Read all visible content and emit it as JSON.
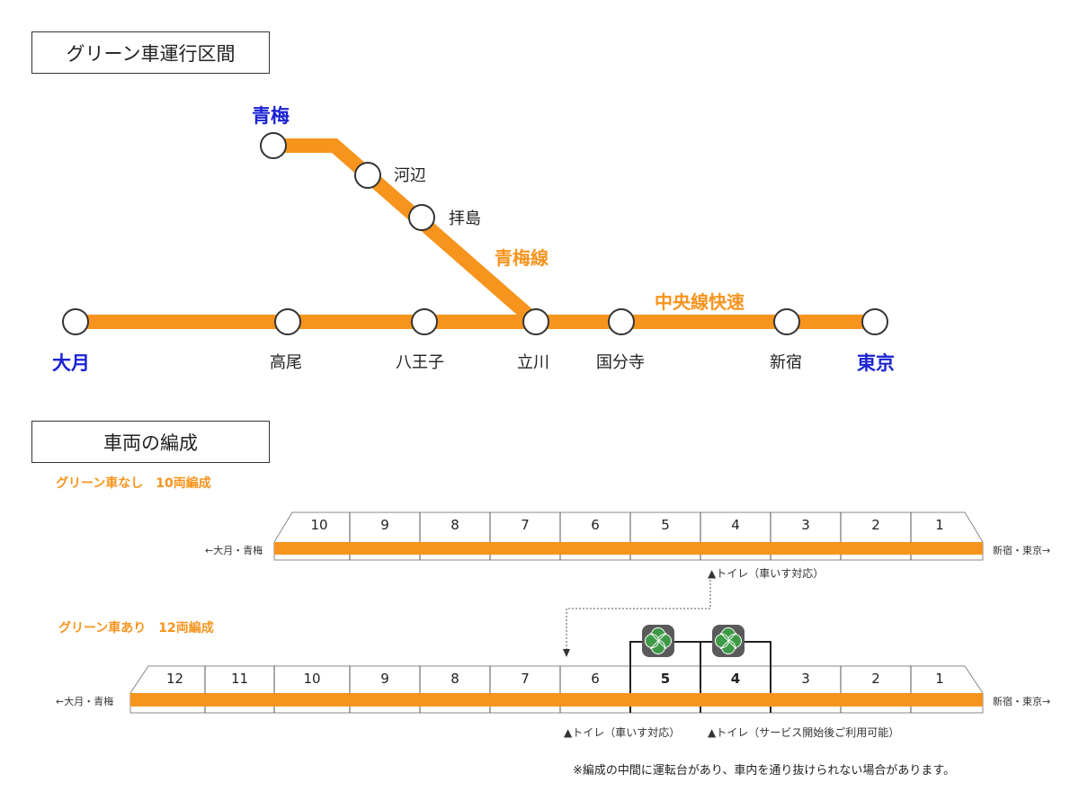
{
  "colors": {
    "line": "#f7941d",
    "blue": "#1a22d4",
    "orange_text": "#f7941d",
    "clover": "#3e9a46"
  },
  "section1": {
    "title": "グリーン車運行区間"
  },
  "map": {
    "line_labels": {
      "ome_line": "青梅線",
      "chuo_rapid": "中央線快速"
    },
    "stations": {
      "ome": "青梅",
      "kabe": "河辺",
      "haijima": "拝島",
      "otsuki": "大月",
      "takao": "高尾",
      "hachioji": "八王子",
      "tachikawa": "立川",
      "kokubunji": "国分寺",
      "shinjuku": "新宿",
      "tokyo": "東京"
    }
  },
  "section2": {
    "title": "車両の編成"
  },
  "formation10": {
    "label": "グリーン車なし　10両編成",
    "cars": [
      "10",
      "9",
      "8",
      "7",
      "6",
      "5",
      "4",
      "3",
      "2",
      "1"
    ],
    "dir_left": "←大月・青梅",
    "dir_right": "新宿・東京→",
    "toilet_note": "▲トイレ（車いす対応）"
  },
  "formation12": {
    "label": "グリーン車あり　12両編成",
    "cars": [
      "12",
      "11",
      "10",
      "9",
      "8",
      "7",
      "6",
      "5",
      "4",
      "3",
      "2",
      "1"
    ],
    "green_cars": [
      "5",
      "4"
    ],
    "dir_left": "←大月・青梅",
    "dir_right": "新宿・東京→",
    "toilet_note_1": "▲トイレ（車いす対応）",
    "toilet_note_2": "▲トイレ（サービス開始後ご利用可能）"
  },
  "footnote": "※編成の中間に運転台があり、車内を通り抜けられない場合があります。",
  "icons": [
    "station-circle-icon",
    "green-car-clover-icon",
    "toilet-marker-icon"
  ]
}
